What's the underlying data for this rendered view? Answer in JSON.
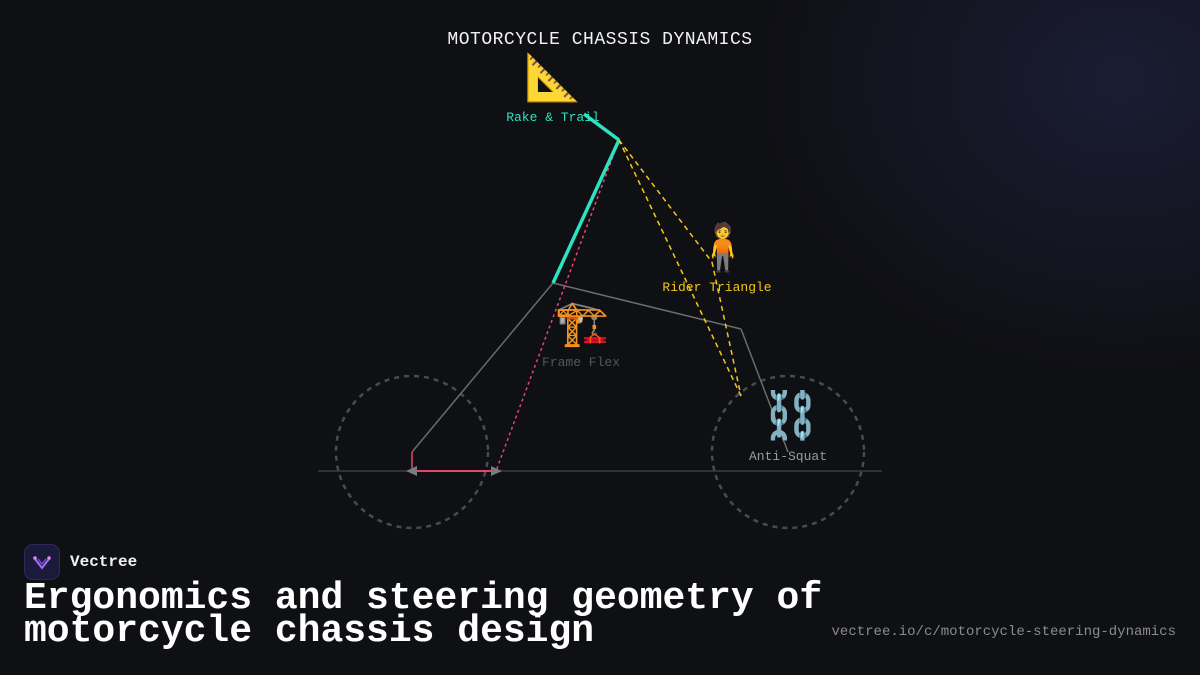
{
  "diagram": {
    "title": "MOTORCYCLE CHASSIS DYNAMICS",
    "colors": {
      "accent": "#2de2c0",
      "rider": "#f5c518",
      "trail": "#e8456b",
      "frame": "#6a6a70",
      "wheel": "#4a4a50"
    },
    "nodes": [
      {
        "id": "rake-trail",
        "icon": "📐",
        "icon_name": "triangle-ruler-icon",
        "label": "Rake & Trail",
        "color": "#2de2c0"
      },
      {
        "id": "rider-triangle",
        "icon": "🧍",
        "icon_name": "person-standing-icon",
        "label": "Rider Triangle",
        "color": "#f5c518"
      },
      {
        "id": "frame-flex",
        "icon": "🏗️",
        "icon_name": "crane-icon",
        "label": "Frame Flex",
        "color": "#55555b"
      },
      {
        "id": "anti-squat",
        "icon": "⛓️",
        "icon_name": "chain-icon",
        "label": "Anti-Squat",
        "color": "#9a9aa0"
      }
    ]
  },
  "footer": {
    "brand": "Vectree",
    "headline": "Ergonomics and steering geometry of motorcycle chassis design",
    "url": "vectree.io/c/motorcycle-steering-dynamics"
  }
}
